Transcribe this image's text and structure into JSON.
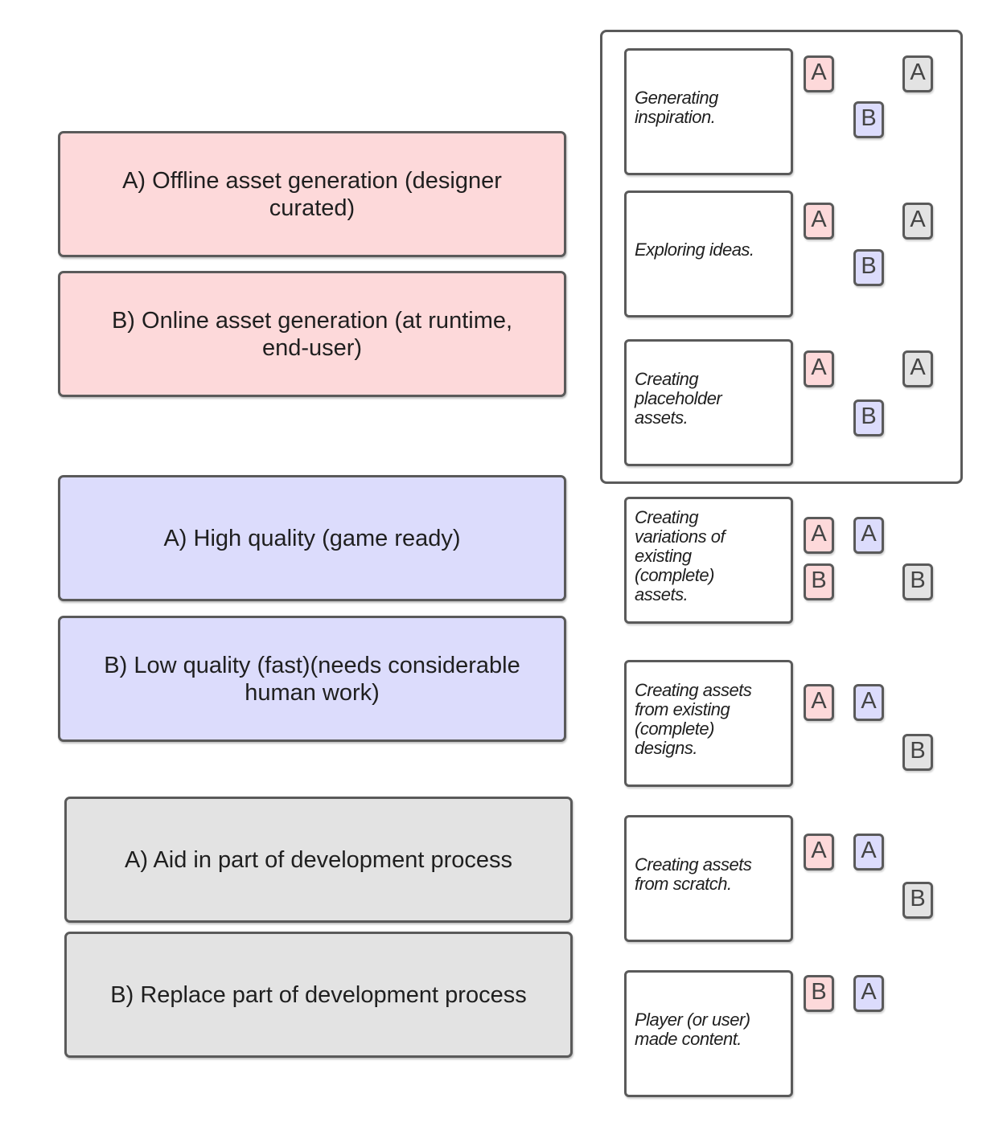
{
  "colors": {
    "location": "#fdd9da",
    "quality": "#dcdcfc",
    "role": "#e3e3e3",
    "border": "#5a5a5a"
  },
  "legend": [
    {
      "id": "offline",
      "text": "A) Offline asset generation (designer curated)",
      "lines": [
        "A) Offline asset generation (designer",
        "curated)"
      ],
      "color": "location"
    },
    {
      "id": "online",
      "text": "B) Online asset generation (at runtime, end-user)",
      "lines": [
        "B) Online asset generation (at runtime,",
        "end-user)"
      ],
      "color": "location"
    },
    {
      "id": "high-quality",
      "text": "A) High quality (game ready)",
      "lines": [
        "A) High quality (game ready)"
      ],
      "color": "quality"
    },
    {
      "id": "low-quality",
      "text": "B) Low quality (fast)(needs considerable human work)",
      "lines": [
        "B) Low quality (fast)(needs considerable",
        "human work)"
      ],
      "color": "quality"
    },
    {
      "id": "aid",
      "text": "A) Aid in part of development process",
      "lines": [
        "A) Aid in part of development process"
      ],
      "color": "role"
    },
    {
      "id": "replace",
      "text": "B) Replace part of development process",
      "lines": [
        "B) Replace part of development process"
      ],
      "color": "role"
    }
  ],
  "use_cases": [
    {
      "id": "inspiration",
      "lines": [
        "Generating",
        "inspiration."
      ],
      "location": "A",
      "quality": "B",
      "role": "A"
    },
    {
      "id": "exploring",
      "lines": [
        "Exploring ideas."
      ],
      "location": "A",
      "quality": "B",
      "role": "A"
    },
    {
      "id": "placeholder",
      "lines": [
        "Creating",
        "placeholder",
        "assets."
      ],
      "location": "A",
      "quality": "B",
      "role": "A"
    },
    {
      "id": "variations",
      "lines": [
        "Creating",
        "variations of",
        "existing",
        "(complete)",
        "assets."
      ],
      "location": "A,B",
      "quality": "A",
      "role": "B"
    },
    {
      "id": "from-designs",
      "lines": [
        "Creating assets",
        "from existing",
        "(complete)",
        "designs."
      ],
      "location": "A",
      "quality": "A",
      "role": "B"
    },
    {
      "id": "from-scratch",
      "lines": [
        "Creating assets",
        "from scratch."
      ],
      "location": "A",
      "quality": "A",
      "role": "B"
    },
    {
      "id": "player-content",
      "lines": [
        "Player (or user)",
        "made content."
      ],
      "location": "B",
      "quality": "A",
      "role": ""
    }
  ]
}
